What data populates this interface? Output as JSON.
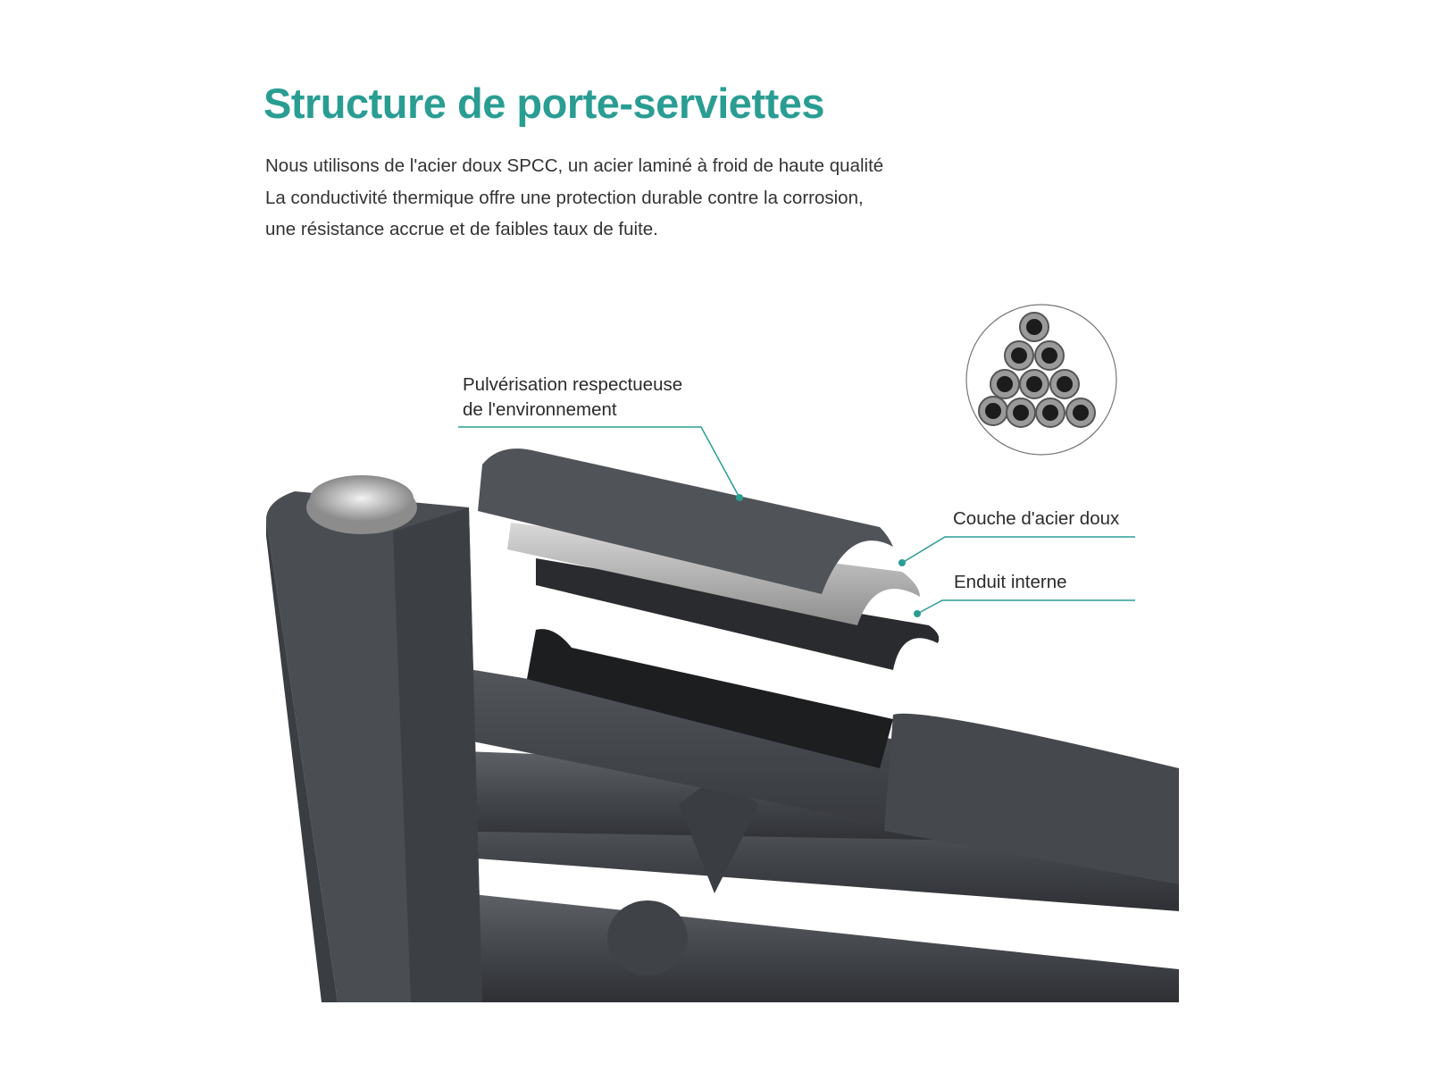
{
  "title": "Structure de porte-serviettes",
  "description": [
    "Nous utilisons de l'acier doux SPCC, un acier laminé à froid de haute qualité",
    "La conductivité thermique offre une protection durable contre la corrosion,",
    "une résistance accrue et de faibles taux de fuite."
  ],
  "labels": {
    "spray_line1": "Pulvérisation respectueuse",
    "spray_line2": "de l'environnement",
    "steel_layer": "Couche d'acier doux",
    "inner_coating": "Enduit interne"
  },
  "colors": {
    "accent": "#2a9d93",
    "product": "#4a4d52"
  }
}
